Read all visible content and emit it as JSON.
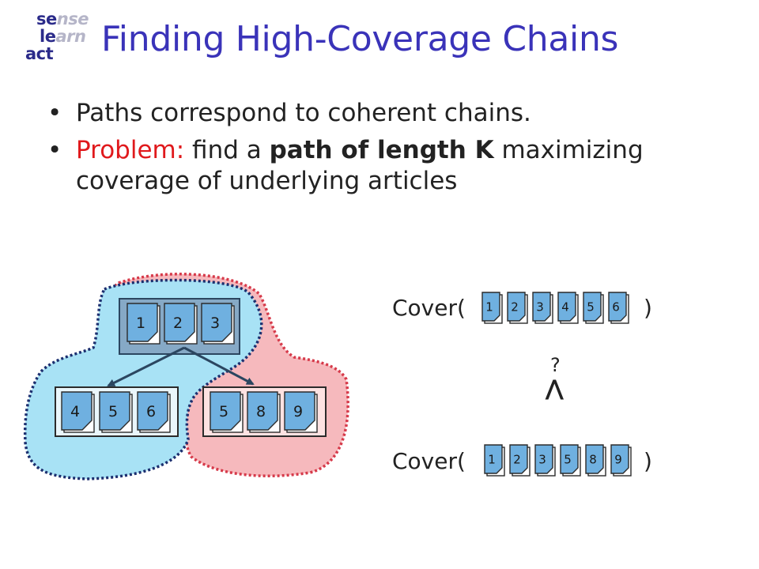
{
  "logo": {
    "line1_a": "se",
    "line1_b": "nse",
    "line2_a": "le",
    "line2_b": "arn",
    "line3_a": "act"
  },
  "title": "Finding High-Coverage Chains",
  "bullets": [
    {
      "marker": "•",
      "text": "Paths correspond to coherent chains."
    },
    {
      "marker": "•",
      "prefix": "Problem:",
      "text_before": " find a ",
      "bold": "path of length K",
      "text_after": " maximizing coverage of underlying articles"
    }
  ],
  "graph": {
    "top_node": [
      "1",
      "2",
      "3"
    ],
    "left_node": [
      "4",
      "5",
      "6"
    ],
    "right_node": [
      "5",
      "8",
      "9"
    ]
  },
  "comparison": {
    "cover1_label": "Cover(",
    "cover1_docs": [
      "1",
      "2",
      "3",
      "4",
      "5",
      "6"
    ],
    "cover1_close": ")",
    "operator": ">",
    "question": "?",
    "cover2_label": "Cover(",
    "cover2_docs": [
      "1",
      "2",
      "3",
      "5",
      "8",
      "9"
    ],
    "cover2_close": ")"
  },
  "colors": {
    "title": "#3a33b9",
    "problem": "#e0191c",
    "blue_region": "#a8e2f5",
    "red_region": "#f6b9bd",
    "top_node_fill": "#86a9c6",
    "doc_fill": "#6fb0e0"
  }
}
